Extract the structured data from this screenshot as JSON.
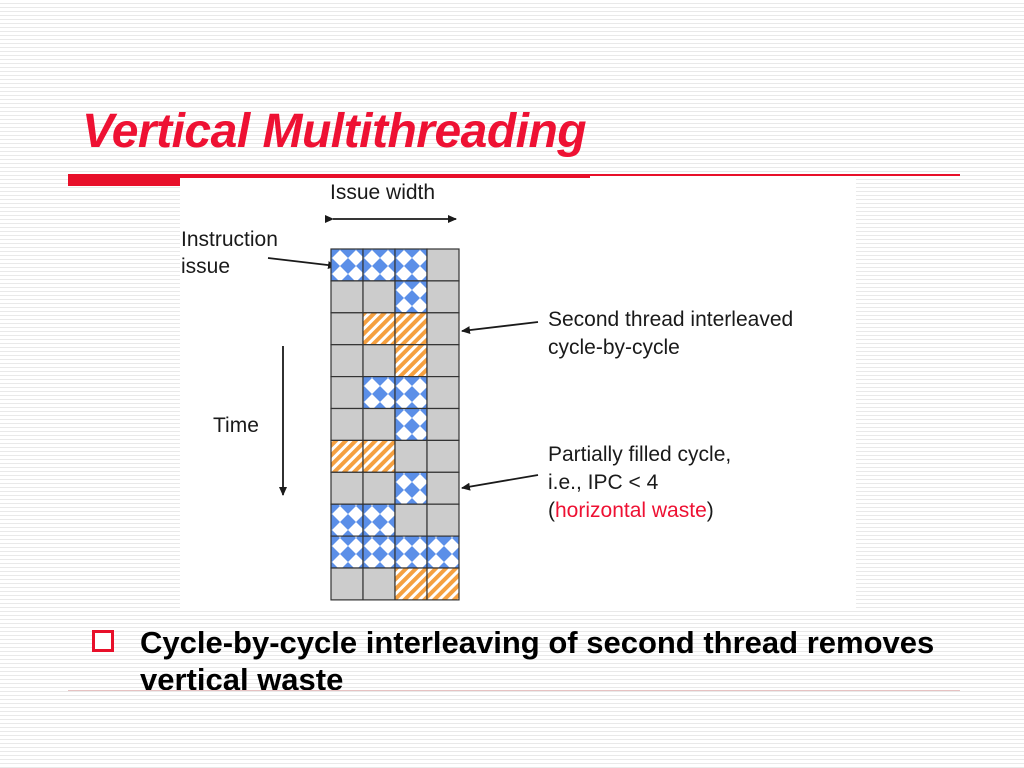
{
  "slide": {
    "title": "Vertical Multithreading",
    "bullet": "Cycle-by-cycle interleaving of second thread removes vertical waste"
  },
  "figure": {
    "issue_width_label": "Issue width",
    "instruction_issue_line1": "Instruction",
    "instruction_issue_line2": "issue",
    "time_label": "Time",
    "annotation_second_thread_line1": "Second thread interleaved",
    "annotation_second_thread_line2": "cycle-by-cycle",
    "annotation_partial_line1": "Partially filled cycle,",
    "annotation_partial_line2": "i.e., IPC < 4",
    "annotation_partial_line3_open": "(",
    "annotation_partial_line3_waste": "horizontal waste",
    "annotation_partial_line3_close": ")",
    "grid": [
      [
        "B",
        "B",
        "B",
        "E"
      ],
      [
        "E",
        "E",
        "B",
        "E"
      ],
      [
        "E",
        "O",
        "O",
        "E"
      ],
      [
        "E",
        "E",
        "O",
        "E"
      ],
      [
        "E",
        "B",
        "B",
        "E"
      ],
      [
        "E",
        "E",
        "B",
        "E"
      ],
      [
        "O",
        "O",
        "E",
        "E"
      ],
      [
        "E",
        "E",
        "B",
        "E"
      ],
      [
        "B",
        "B",
        "E",
        "E"
      ],
      [
        "B",
        "B",
        "B",
        "B"
      ],
      [
        "E",
        "E",
        "O",
        "O"
      ]
    ],
    "colors": {
      "empty": "#cccccc",
      "thread1": "#5b8fe8",
      "thread2": "#f5a040",
      "grid_line": "#333333",
      "accent": "#ee1133"
    }
  }
}
